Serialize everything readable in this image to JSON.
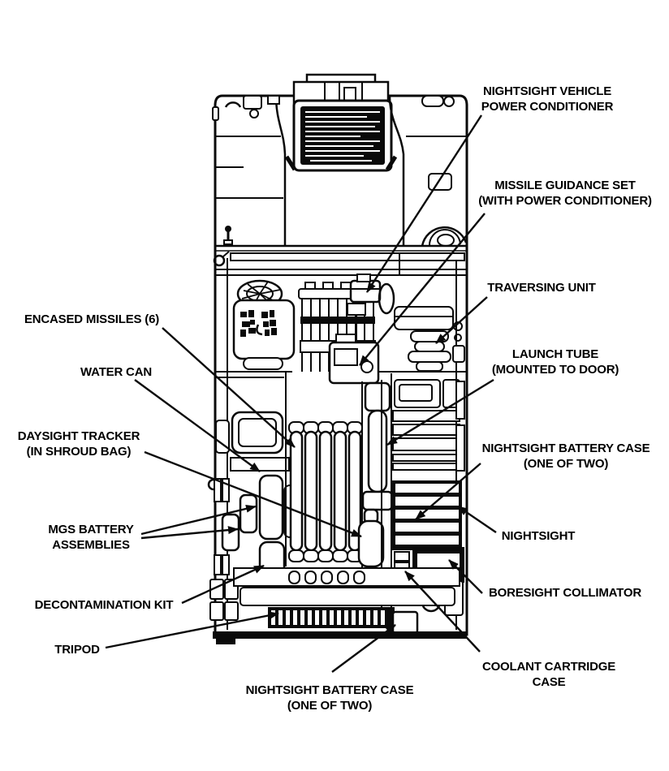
{
  "figure": {
    "type": "technical-stowage-diagram",
    "subject": "Vehicle interior equipment stowage layout (top view line art)",
    "colors": {
      "ink": "#0a0a0a",
      "paper": "#ffffff"
    }
  },
  "callouts": [
    {
      "id": "nightsight-vehicle-power-conditioner",
      "lines": [
        "NIGHTSIGHT VEHICLE",
        "POWER CONDITIONER"
      ]
    },
    {
      "id": "missile-guidance-set",
      "lines": [
        "MISSILE GUIDANCE SET",
        "(WITH POWER CONDITIONER)"
      ]
    },
    {
      "id": "traversing-unit",
      "lines": [
        "TRAVERSING UNIT"
      ]
    },
    {
      "id": "launch-tube",
      "lines": [
        "LAUNCH TUBE",
        "(MOUNTED TO DOOR)"
      ]
    },
    {
      "id": "encased-missiles",
      "lines": [
        "ENCASED MISSILES (6)"
      ]
    },
    {
      "id": "water-can",
      "lines": [
        "WATER CAN"
      ]
    },
    {
      "id": "daysight-tracker",
      "lines": [
        "DAYSIGHT TRACKER",
        "(IN SHROUD BAG)"
      ]
    },
    {
      "id": "mgs-battery-assemblies",
      "lines": [
        "MGS BATTERY",
        "ASSEMBLIES"
      ]
    },
    {
      "id": "decontamination-kit",
      "lines": [
        "DECONTAMINATION KIT"
      ]
    },
    {
      "id": "tripod",
      "lines": [
        "TRIPOD"
      ]
    },
    {
      "id": "nightsight-battery-case-right",
      "lines": [
        "NIGHTSIGHT BATTERY CASE",
        "(ONE OF TWO)"
      ]
    },
    {
      "id": "nightsight",
      "lines": [
        "NIGHTSIGHT"
      ]
    },
    {
      "id": "boresight-collimator",
      "lines": [
        "BORESIGHT COLLIMATOR"
      ]
    },
    {
      "id": "coolant-cartridge-case",
      "lines": [
        "COOLANT CARTRIDGE",
        "CASE"
      ]
    },
    {
      "id": "nightsight-battery-case-bottom",
      "lines": [
        "NIGHTSIGHT BATTERY CASE",
        "(ONE OF TWO)"
      ]
    }
  ]
}
